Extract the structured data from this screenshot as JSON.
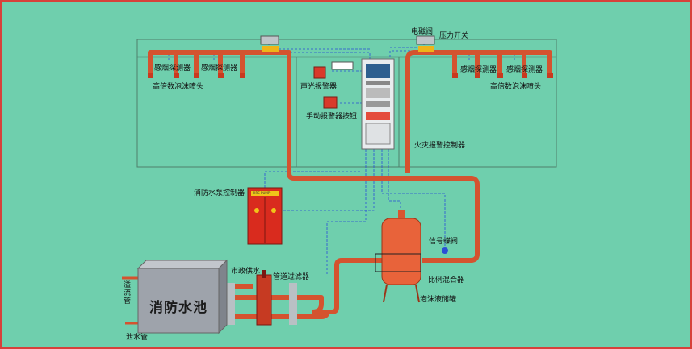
{
  "labels": {
    "solenoid_valve": "电磁阀",
    "pressure_switch": "压力开关",
    "smoke_left_1": "感烟探测器",
    "smoke_left_2": "感烟探测器",
    "smoke_right_1": "感烟探测器",
    "smoke_right_2": "感烟探测器",
    "foam_nozzle_left": "高倍数泡沫喷头",
    "foam_nozzle_right": "高倍数泡沫喷头",
    "alarm": "声光报警器",
    "manual_button": "手动报警器按钮",
    "fire_controller": "火灾报警控制器",
    "pump_controller": "消防水泵控制器",
    "pump_cabinet_plate": "FIRE PUMP",
    "municipal_water": "市政供水",
    "pipe_filter": "管道过滤器",
    "signal_valve": "信号蝶阀",
    "proportional_mixer": "比例混合器",
    "foam_tank": "泡沫液储罐",
    "overflow_pipe": "溢流管",
    "drain_pipe": "泄水管",
    "fire_pool": "消防水池"
  },
  "colors": {
    "background": "#6fcfad",
    "frame": "#d7413a",
    "pipe": "#d4532f",
    "pipe_dark": "#a93b1f",
    "room_line": "#4f7f6c",
    "signal_wire": "#2a4fd6",
    "pool": "#9ea3ab"
  }
}
